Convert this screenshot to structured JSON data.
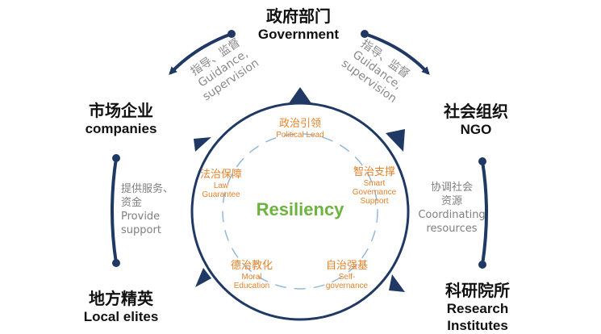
{
  "colors": {
    "navy": "#1f3864",
    "orange": "#e6822a",
    "green": "#6db33f",
    "gray": "#8a8a8a"
  },
  "nodes": {
    "government": {
      "zh": "政府部门",
      "en": "Government"
    },
    "companies": {
      "zh": "市场企业",
      "en": "companies"
    },
    "ngo": {
      "zh": "社会组织",
      "en": "NGO"
    },
    "local_elites": {
      "zh": "地方精英",
      "en": "Local elites"
    },
    "research": {
      "zh": "科研院所",
      "en": "Research",
      "en2": "Institutes"
    }
  },
  "relations": {
    "gov_companies": {
      "zh": "指导、监督",
      "en1": "Guidance,",
      "en2": "supervision"
    },
    "gov_ngo": {
      "zh": "指导、监督",
      "en1": "Guidance,",
      "en2": "supervision"
    },
    "companies_elites": {
      "zh1": "提供服务、",
      "zh2": "资金",
      "en1": "Provide",
      "en2": "support"
    },
    "ngo_research": {
      "zh1": "协调社会",
      "zh2": "资源",
      "en1": "Coordinating",
      "en2": "resources"
    }
  },
  "pillars": {
    "political": {
      "zh": "政治引领",
      "en": "Political Lead"
    },
    "smart": {
      "zh": "智治支撑",
      "en1": "Smart",
      "en2": "Governance",
      "en3": "Support"
    },
    "self": {
      "zh": "自治强基",
      "en1": "Self-",
      "en2": "governance"
    },
    "moral": {
      "zh": "德治教化",
      "en1": "Moral",
      "en2": "Education"
    },
    "law": {
      "zh": "法治保障",
      "en1": "Law",
      "en2": "Guarantee"
    }
  },
  "center_label": "Resiliency"
}
